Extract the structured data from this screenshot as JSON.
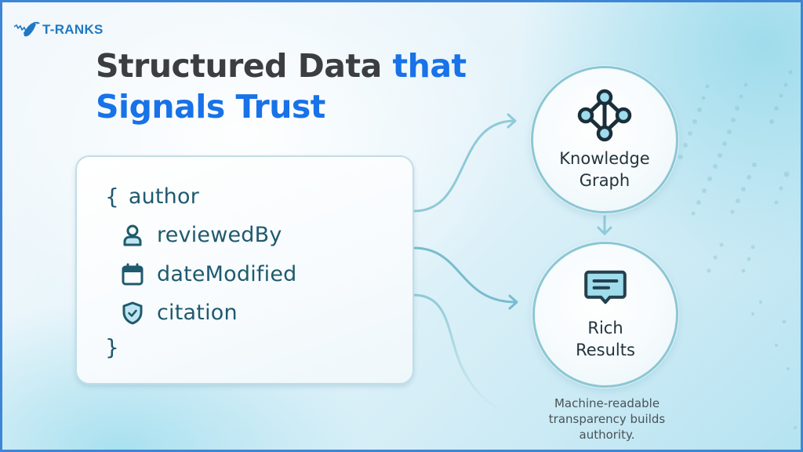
{
  "logo": {
    "text": "T-RANKS",
    "icon": "dragon-logo-icon",
    "color": "#1f78c4"
  },
  "title": {
    "line1_dark": "Structured Data ",
    "line1_accent": "that",
    "line2_accent": "Signals Trust",
    "dark_color": "#3b3d40",
    "accent_color": "#1872e8"
  },
  "code_card": {
    "open_brace": "{",
    "close_brace": "}",
    "first_property": "author",
    "items": [
      {
        "label": "reviewedBy",
        "icon": "user-icon"
      },
      {
        "label": "dateModified",
        "icon": "calendar-icon"
      },
      {
        "label": "citation",
        "icon": "shield-check-icon"
      }
    ],
    "text_color": "#1f5a6e"
  },
  "nodes": [
    {
      "label_line1": "Knowledge",
      "label_line2": "Graph",
      "icon": "graph-network-icon"
    },
    {
      "label_line1": "Rich",
      "label_line2": "Results",
      "icon": "message-card-icon"
    }
  ],
  "caption": {
    "line1": "Machine-readable",
    "line2": "transparency builds",
    "line3": "authority."
  },
  "colors": {
    "connector": "#7fc2d3",
    "node_border": "#8cc7d4",
    "frame": "#3d86d6"
  }
}
